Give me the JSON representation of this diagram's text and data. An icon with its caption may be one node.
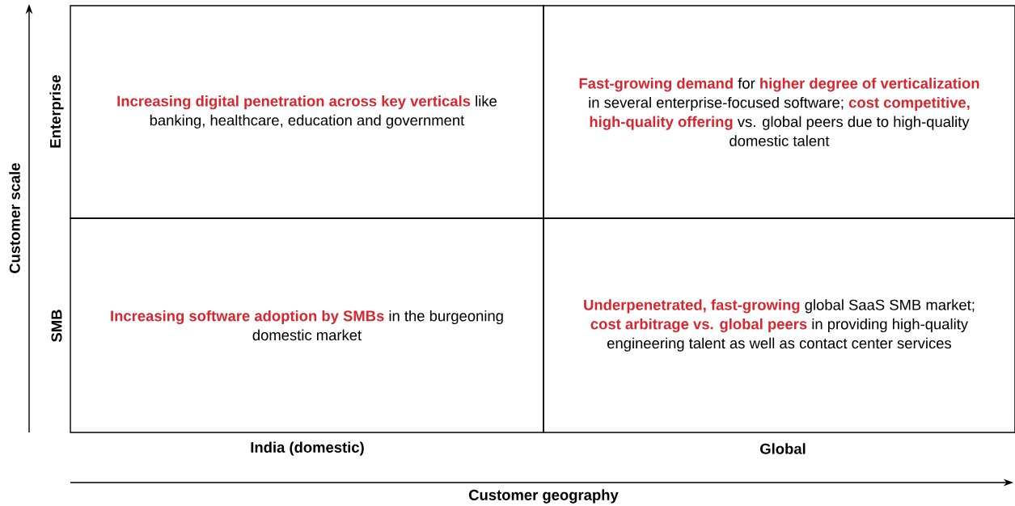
{
  "diagram": {
    "nodes": [
      {
        "text": [
          "**Increasing digital penetration across key verticals** like banking, healthcare, education and government"
        ]
      },
      {
        "text": [
          "**Fast-growing demand** for **higher degree of verticalization** in several enterprise-focused software; **cost competitive, high-quality offering** vs. global peers due to high-quality domestic talent"
        ]
      },
      {
        "text": [
          "**Increasing software adoption by SMBs** in the burgeoning domestic market"
        ]
      },
      {
        "text": [
          "**Underpenetrated, fast-growing** global SaaS SMB market; **cost arbitrage vs. global peers** in providing high-quality engineering talent as well as contact center services"
        ]
      }
    ],
    "labels": [
      "Customer scale",
      "Enterprise",
      "SMB",
      "India (domestic)",
      "Global",
      "Customer geography"
    ]
  }
}
